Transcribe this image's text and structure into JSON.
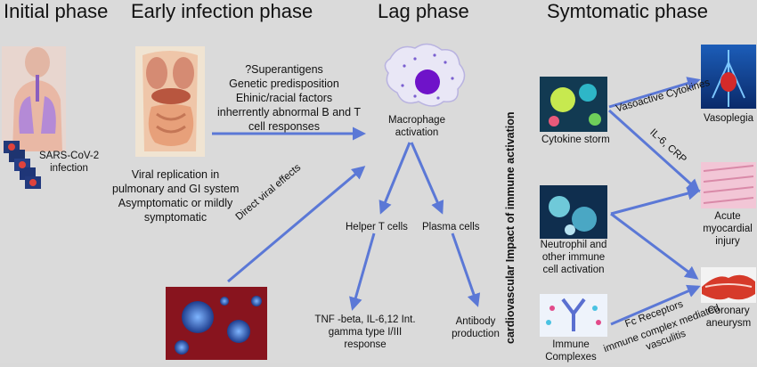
{
  "phases": {
    "initial": "Initial phase",
    "early": "Early infection  phase",
    "lag": "Lag phase",
    "symptomatic": "Symtomatic phase"
  },
  "initial": {
    "virus_label_1": "SARS-CoV-2",
    "virus_label_2": "infection"
  },
  "early": {
    "viral_replication": [
      "Viral replication in",
      "pulmonary and GI system",
      "Asymptomatic or mildly",
      "symptomatic"
    ],
    "direct_viral_effects": "Direct viral effects"
  },
  "factors": [
    "?Superantigens",
    "Genetic predisposition",
    "Ehinic/racial factors",
    "inherrently abnormal B and T",
    "cell responses"
  ],
  "lag": {
    "macrophage": [
      "Macrophage",
      "activation"
    ],
    "helper_t": "Helper T cells",
    "plasma": "Plasma  cells",
    "tnf": [
      "TNF -beta, IL-6,12 Int.",
      "gamma type I/III",
      "response"
    ],
    "antibody": [
      "Antibody",
      "production"
    ]
  },
  "symptomatic": {
    "vertical_label": "cardiovascular Impact of immune activation",
    "cytokine_storm": "Cytokine storm",
    "neutrophil": [
      "Neutrophil and",
      "other immune",
      "cell activation"
    ],
    "immune_complexes": [
      "Immune",
      "Complexes"
    ],
    "vasoactive": "Vasoactive  Cytokines",
    "il6_crp": "IL-6, CRP",
    "fc_receptors": "Fc Receptors",
    "immune_complex_vasculitis": [
      "immune complex mediated",
      "vasculitis"
    ],
    "vasoplegia": "Vasoplegia",
    "myocardial": [
      "Acute",
      "myocardial",
      "injury"
    ],
    "coronary": [
      "Coronary",
      "aneurysm"
    ]
  },
  "colors": {
    "arrow": "#5b78d6",
    "background": "#dadada",
    "text": "#111111"
  }
}
